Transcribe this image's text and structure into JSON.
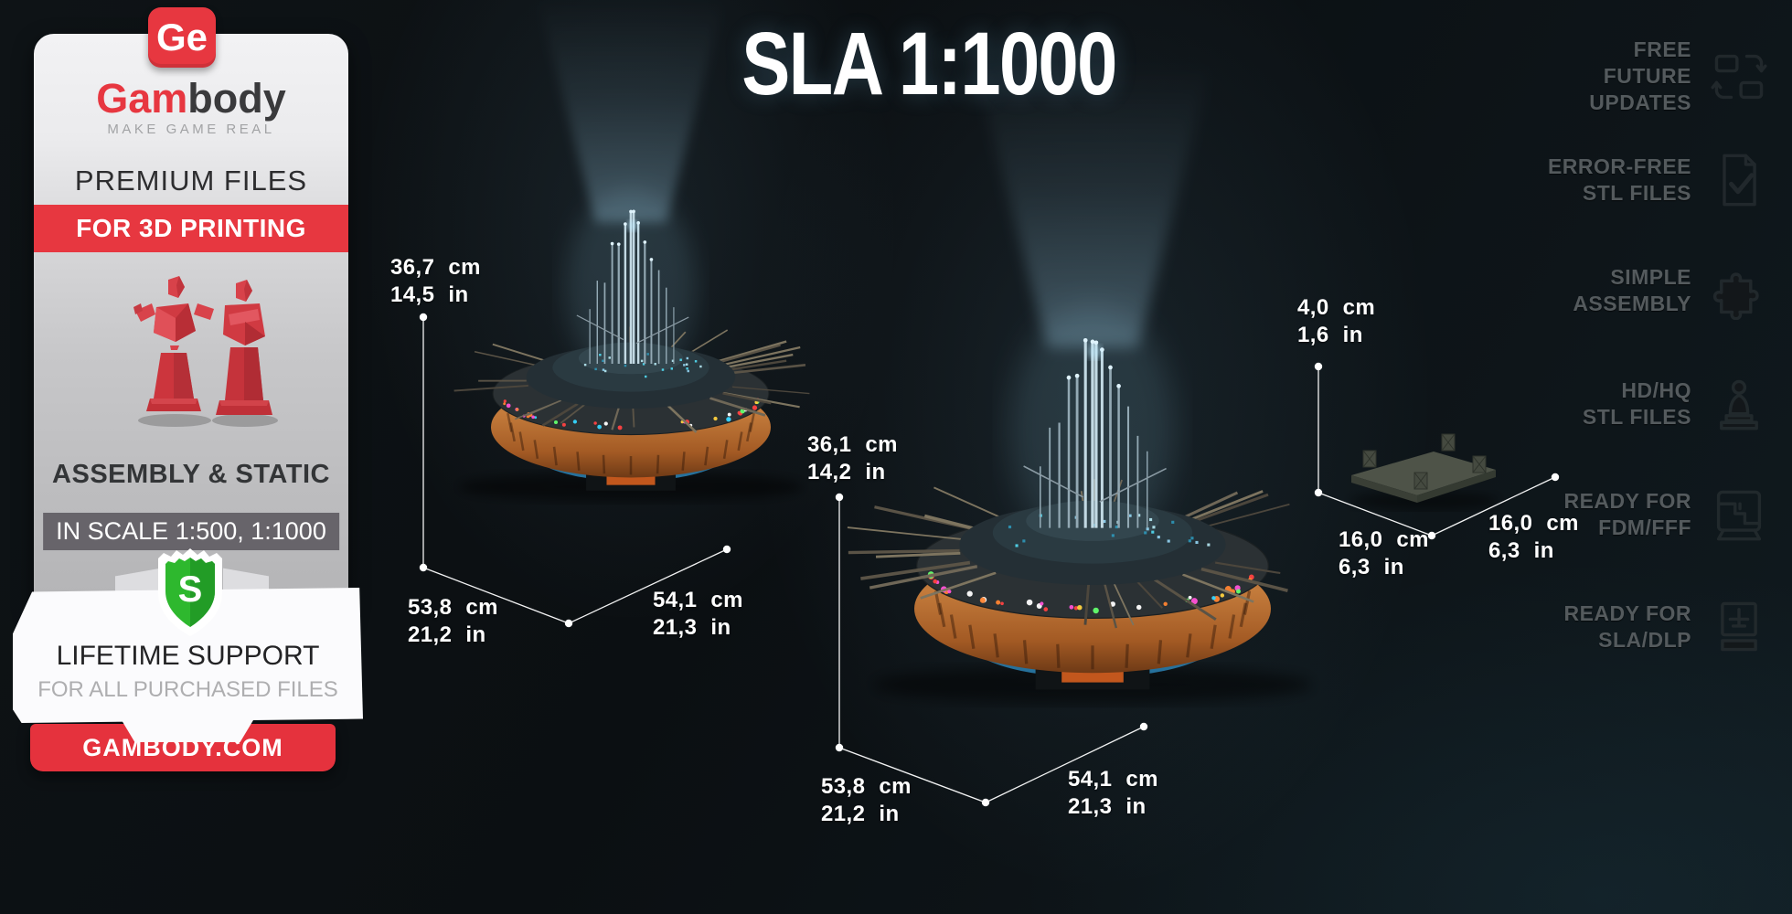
{
  "title": "SLA 1:1000",
  "brand": {
    "logo_monogram": "Ge",
    "name_accent": "Gam",
    "name_rest": "body",
    "tagline": "MAKE GAME REAL",
    "premium_line": "PREMIUM FILES",
    "print_banner": "FOR 3D PRINTING",
    "assembly_static": "ASSEMBLY & STATIC",
    "scale_badge": "IN SCALE 1:500, 1:1000",
    "shield_letter": "S",
    "support_title": "LIFETIME SUPPORT",
    "support_subtitle": "FOR ALL PURCHASED FILES",
    "website": "GAMBODY.COM"
  },
  "features": [
    {
      "line1": "FREE FUTURE",
      "line2": "UPDATES",
      "icon": "updates-icon"
    },
    {
      "line1": "ERROR-FREE",
      "line2": "STL FILES",
      "icon": "document-check-icon"
    },
    {
      "line1": "SIMPLE",
      "line2": "ASSEMBLY",
      "icon": "puzzle-icon"
    },
    {
      "line1": "HD/HQ",
      "line2": "STL FILES",
      "icon": "statue-icon"
    },
    {
      "line1": "READY FOR",
      "line2": "FDM/FFF",
      "icon": "fdm-printer-icon"
    },
    {
      "line1": "READY FOR",
      "line2": "SLA/DLP",
      "icon": "sla-printer-icon"
    }
  ],
  "measurements": {
    "mothership_left": {
      "height_cm": "36,7 cm",
      "height_in": "14,5 in",
      "width_cm": "53,8 cm",
      "width_in": "21,2 in",
      "depth_cm": "54,1 cm",
      "depth_in": "21,3 in"
    },
    "mothership_right": {
      "height_cm": "36,1 cm",
      "height_in": "14,2 in",
      "width_cm": "53,8 cm",
      "width_in": "21,2 in",
      "depth_cm": "54,1 cm",
      "depth_in": "21,3 in"
    },
    "base_part": {
      "height_cm": "4,0 cm",
      "height_in": "1,6 in",
      "width_cm": "16,0 cm",
      "width_in": "6,3 in",
      "depth_cm": "16,0 cm",
      "depth_in": "6,3 in"
    }
  },
  "colors": {
    "accent_red": "#e73740",
    "shield_green": "#2eb82e",
    "dimension_text": "#ffffff",
    "feature_text": "#545a5d",
    "card_gray": "#c7c7c9"
  }
}
